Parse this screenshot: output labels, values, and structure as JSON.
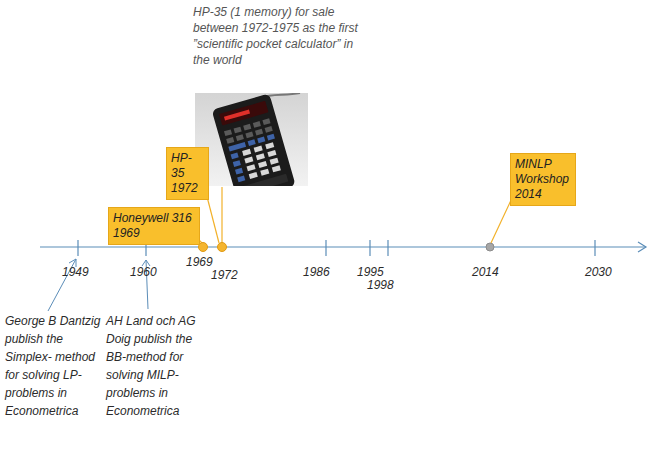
{
  "diagram": {
    "nodes": [
      {
        "text": [
          "Honeywell 316 1969"
        ]
      },
      {
        "text": [
          "HP-35 1972"
        ]
      },
      {
        "text": [
          "MINLP Workshop 2014"
        ]
      }
    ],
    "labels": [
      "HP-35 (1 memory) for sale between 1972-1975 as the first ”scientific pocket calculator” in the world",
      "1949",
      "1960",
      "1969",
      "1972",
      "1986",
      "1995",
      "1998",
      "2014",
      "2030",
      "George B Dantzig publish the Simplex- method for solving LP-problems in Econometrica",
      "AH Land och AG Doig publish the BB-method for solving MILP-problems in Econometrica"
    ]
  }
}
